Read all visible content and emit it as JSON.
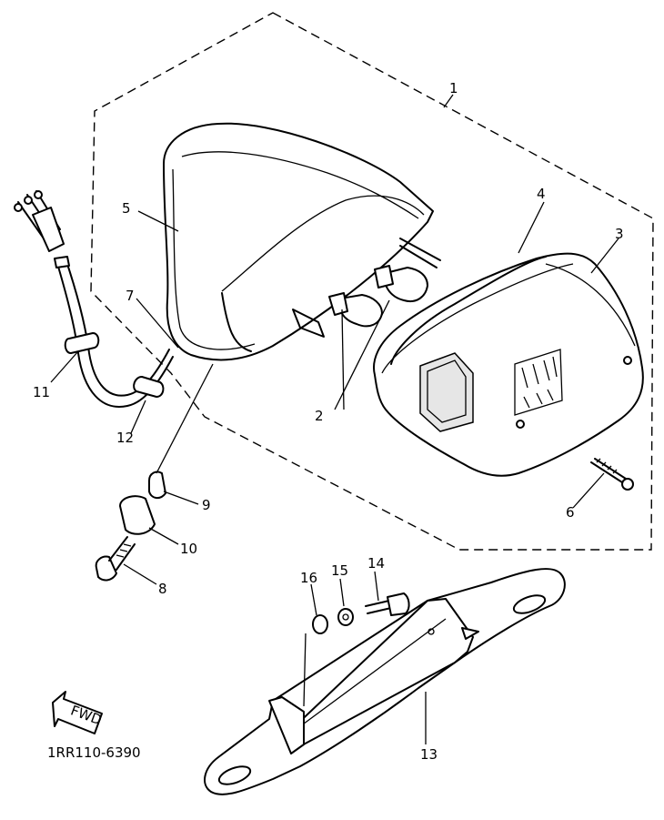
{
  "diagram_code": "1RR110-6390",
  "fwd_label": "FWD",
  "callouts": {
    "c1": "1",
    "c2": "2",
    "c3": "3",
    "c4": "4",
    "c5": "5",
    "c6": "6",
    "c7": "7",
    "c8": "8",
    "c9": "9",
    "c10": "10",
    "c11": "11",
    "c12": "12",
    "c13": "13",
    "c14": "14",
    "c15": "15",
    "c16": "16"
  }
}
